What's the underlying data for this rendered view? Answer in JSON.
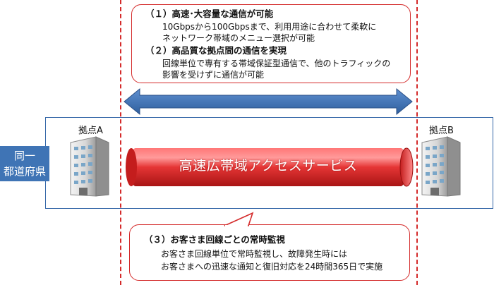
{
  "callout_top": {
    "item1_title": "（１）高速･大容量な通信が可能",
    "item1_line1": "10Gbpsから100Gbpsまで、利用用途に合わせて柔軟に",
    "item1_line2": "ネットワーク帯域のメニュー選択が可能",
    "item2_title": "（２）高品質な拠点間の通信を実現",
    "item2_line1": "回線単位で専有する帯域保証型通信で、他のトラフィックの",
    "item2_line2": "影響を受けずに通信が可能"
  },
  "callout_bottom": {
    "item3_title": "（３）お客さま回線ごとの常時監視",
    "item3_line1": "お客さま回線単位で常時監視し、故障発生時には",
    "item3_line2": "お客さまへの迅速な通知と復旧対応を24時間365日で実施"
  },
  "region": {
    "label_line1": "同一",
    "label_line2": "都道府県"
  },
  "sites": {
    "a_label": "拠点A",
    "b_label": "拠点B"
  },
  "service": {
    "name": "高速広帯域アクセスサービス"
  },
  "colors": {
    "accent_red": "#d42b2b",
    "arrow_blue": "#3f74b5",
    "region_blue": "#3567a8",
    "tube_red": "#e53535"
  }
}
